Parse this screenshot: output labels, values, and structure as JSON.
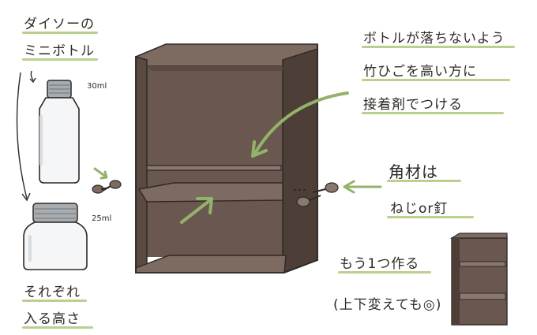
{
  "left_notes": {
    "title_line1": "ダイソーの",
    "title_line2": "ミニボトル",
    "bottle_tall_size": "30ml",
    "bottle_short_size": "25ml",
    "bottom_line1": "それぞれ",
    "bottom_line2": "入る高さ"
  },
  "right_notes": {
    "top_line1": "ボトルが落ちないよう",
    "top_line2": "竹ひごを高い方に",
    "top_line3": "接着剤でつける",
    "mid_line1": "角材は",
    "mid_line2": "ねじor釘",
    "bottom_line1": "もう1つ作る",
    "bottom_line2": "(上下変えても◎)"
  },
  "colors": {
    "wood_dark": "#4d3f38",
    "wood_mid": "#6a5850",
    "wood_light": "#7d6b62",
    "arrow_green": "#94b36a",
    "underline_green": "#b9d08f",
    "ink": "#2e2a26",
    "glass": "#f4f6f8",
    "cap": "#9aa0a4"
  },
  "icons": [
    "ink-arrow-icon",
    "green-arrow-icon",
    "screw-icon",
    "nail-icon"
  ]
}
